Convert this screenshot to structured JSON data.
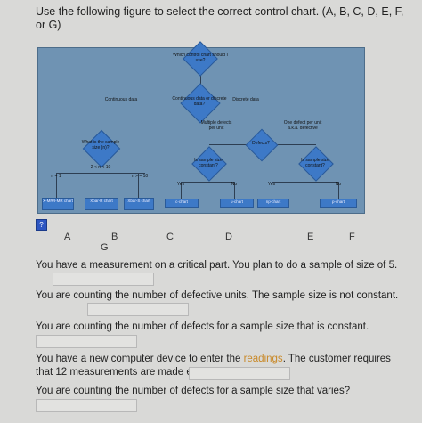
{
  "question": {
    "title": "Use the following figure to select the correct control chart. (A, B, C, D, E, F, or G)"
  },
  "figure": {
    "top": "Which control chart should I use?",
    "continuous_label": "Continuous data",
    "center": "Continuous data or discrete data?",
    "discrete_label": "Discrete data",
    "sample_size": "What is the sample size (n)?",
    "multiple_defects": "Multiple defects per unit",
    "defects_q": "Defects?",
    "one_defect": "One defect per unit a.k.a. defective",
    "n1": "n = 1",
    "n2_10": "2 < n < 10",
    "n10": "n > = 10",
    "sample_constant_1": "Is sample size constant?",
    "sample_constant_2": "Is sample size constant?",
    "yes1": "Yes",
    "no1": "No",
    "yes2": "Yes",
    "no2": "No",
    "charts": [
      "X-MR/I-MR chart",
      "Xbar-R chart",
      "Xbar-S chart",
      "c-chart",
      "u-chart",
      "np-chart",
      "p-chart"
    ]
  },
  "help_icon": "?",
  "letters": [
    "A",
    "B",
    "C",
    "D",
    "E",
    "F",
    "G"
  ],
  "items": [
    {
      "text": "You have a measurement on a critical part. You plan to do a sample of size of 5."
    },
    {
      "text": "You are counting the number of defective units. The sample size is not constant."
    },
    {
      "text": "You are counting the number of defects for a sample size that is constant."
    },
    {
      "text_a": "You have a new computer device to enter the ",
      "text_hl": "readings",
      "text_b": ". The customer requires that 12 measurements are made each shift."
    },
    {
      "text": "You are counting the number of defects for a sample size that varies?"
    }
  ]
}
